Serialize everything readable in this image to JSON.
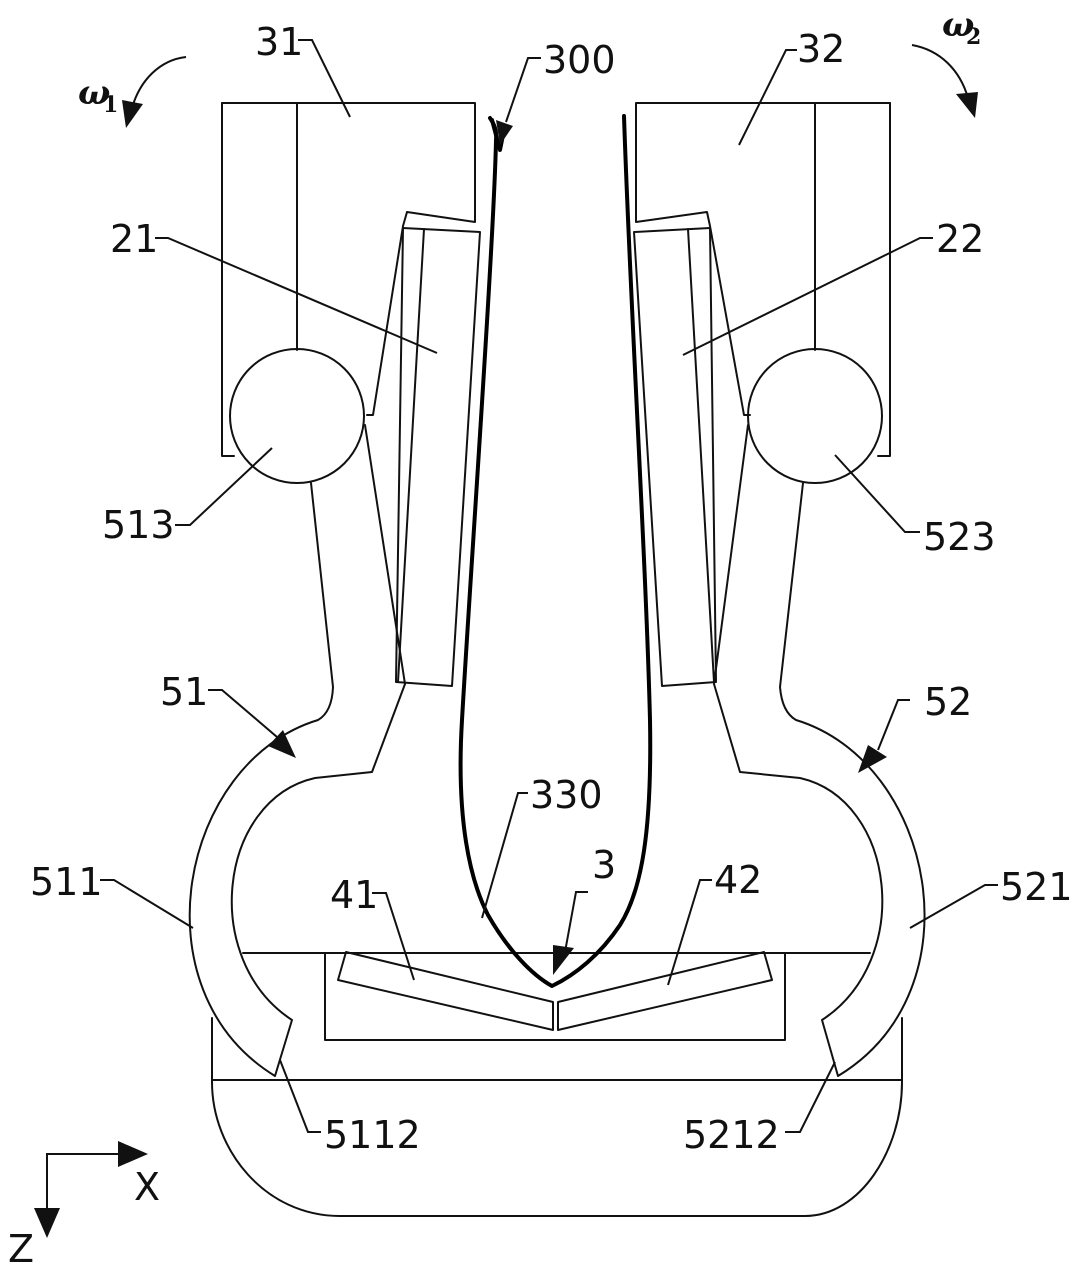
{
  "labels": {
    "l31": "31",
    "l32": "32",
    "l300": "300",
    "l21": "21",
    "l22": "22",
    "l513": "513",
    "l523": "523",
    "l51": "51",
    "l52": "52",
    "l330": "330",
    "l3": "3",
    "l41": "41",
    "l42": "42",
    "l511": "511",
    "l521": "521",
    "l5112": "5112",
    "l5212": "5212"
  },
  "rotation": {
    "w1": {
      "symbol": "ω",
      "sub": "1"
    },
    "w2": {
      "symbol": "ω",
      "sub": "2"
    }
  },
  "axes": {
    "x": "X",
    "z": "Z"
  },
  "icons": {
    "rotation_left": "curved-arrow-ccw-icon",
    "rotation_right": "curved-arrow-cw-icon"
  }
}
